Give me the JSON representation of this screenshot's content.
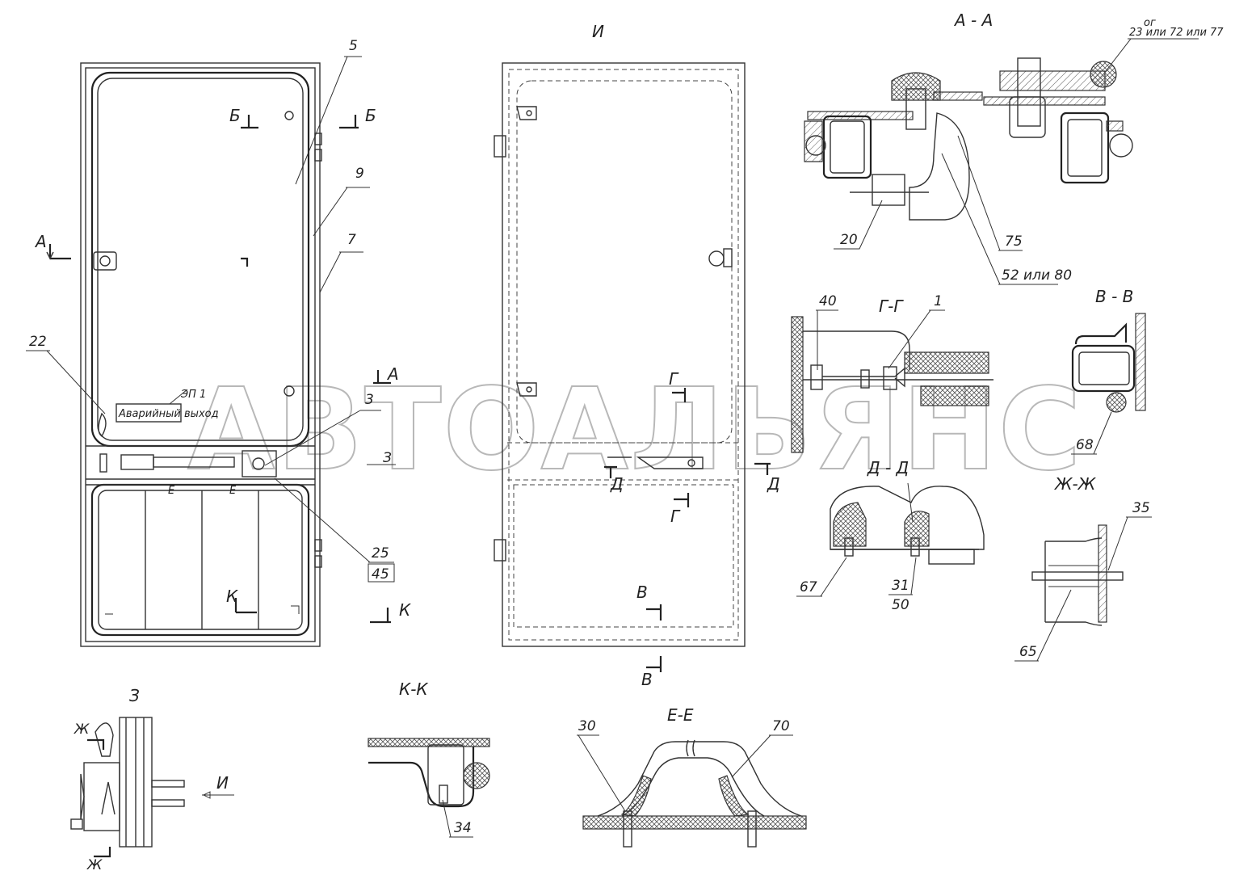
{
  "watermark": "АВТОАЛЬЯНС",
  "views": {
    "main": "",
    "i": "И",
    "a_a": "А - А",
    "g_g": "Г-Г",
    "v_v": "В - В",
    "d_d": "Д - Д",
    "zh_zh": "Ж-Ж",
    "z": "З",
    "k_k": "К-К",
    "e_e": "Е-Е"
  },
  "cut_marks": {
    "a": "А",
    "b": "Б",
    "k": "К",
    "z": "З",
    "e": "Е",
    "g": "Г",
    "d": "Д",
    "v": "В",
    "zh": "Ж",
    "i": "И"
  },
  "sign_text": "Аварийный выход",
  "sign_note": "ЭП 1",
  "callouts": {
    "c5": "5",
    "c9": "9",
    "c7": "7",
    "c22": "22",
    "c3": "3",
    "c25": "25",
    "c45": "45",
    "c20": "20",
    "c75": "75",
    "c52": "52 или 80",
    "c23": "23 или 72 или 77",
    "c_or": "ог",
    "c40": "40",
    "c1": "1",
    "c68": "68",
    "c35": "35",
    "c65": "65",
    "c67": "67",
    "c31": "31",
    "c50": "50",
    "c34": "34",
    "c30": "30",
    "c70": "70"
  }
}
